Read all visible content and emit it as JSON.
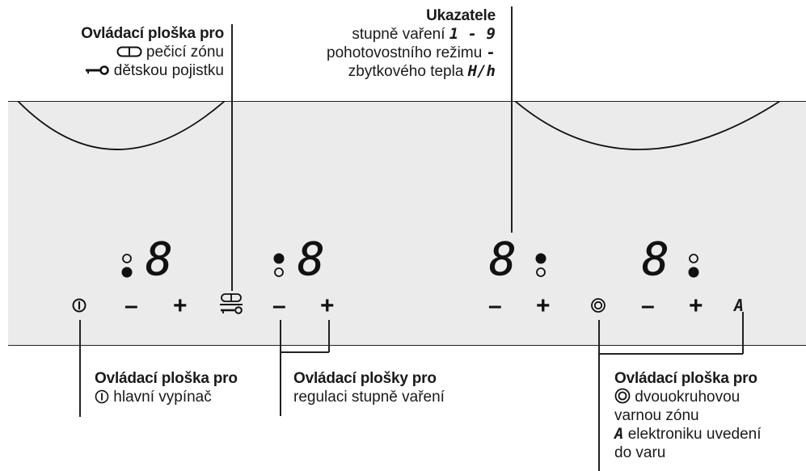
{
  "top_left": {
    "title": "Ovládací ploška pro",
    "line1": "pečicí zónu",
    "line2": "dětskou pojistku"
  },
  "top_right": {
    "title": "Ukazatele",
    "line1": "stupně vaření",
    "line1_symbol": "1 - 9",
    "line2": "pohotovostního režimu",
    "line2_symbol": "-",
    "line3": "zbytkového tepla",
    "line3_symbol": "H/h"
  },
  "panel": {
    "digit": "8",
    "minus": "–",
    "plus": "+"
  },
  "bottom_left": {
    "title": "Ovládací ploška pro",
    "line1": "hlavní vypínač"
  },
  "bottom_mid": {
    "title": "Ovládací plošky pro",
    "line1": "regulaci stupně vaření"
  },
  "bottom_right": {
    "title": "Ovládací ploška pro",
    "line1": "dvouokruhovou",
    "line2": "varnou zónu",
    "line3": "elektroniku uvedení",
    "line4": "do varu",
    "symbol": "A"
  }
}
